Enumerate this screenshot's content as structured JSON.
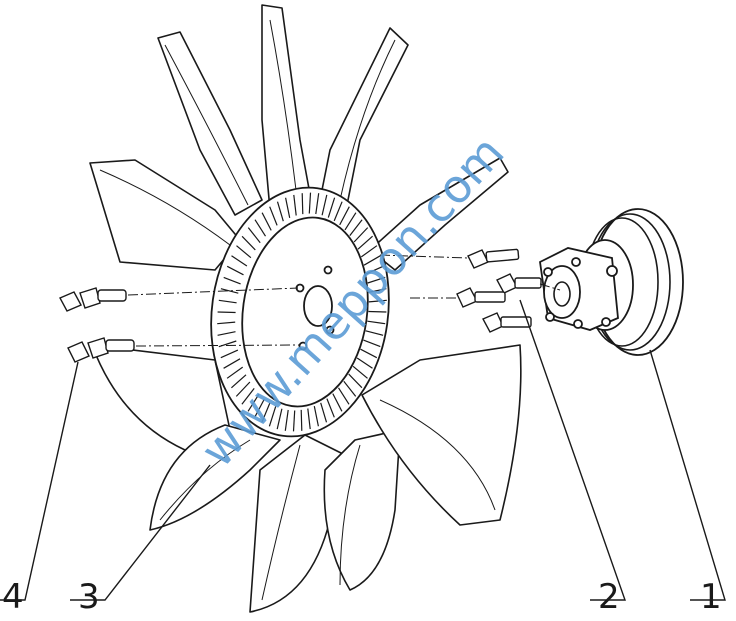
{
  "callouts": {
    "label_1": "1",
    "label_2": "2",
    "label_3": "3",
    "label_4": "4"
  },
  "watermark": {
    "text": "www.meppon.com",
    "color": "#5b9bd5"
  },
  "colors": {
    "line": "#1a1a1a",
    "background": "#ffffff"
  }
}
